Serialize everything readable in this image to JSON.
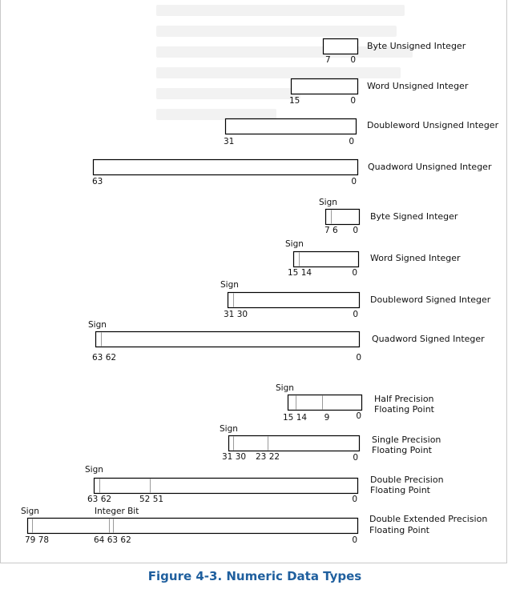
{
  "caption": "Figure 4-3.  Numeric Data Types",
  "colors": {
    "caption": "#1f5f9e",
    "box_border": "#000000",
    "divider": "#9a9a9a"
  },
  "rows": [
    {
      "id": "byte-unsigned",
      "lines": [
        "Byte Unsigned Integer"
      ],
      "bits": [
        "7",
        "0"
      ]
    },
    {
      "id": "word-unsigned",
      "lines": [
        "Word Unsigned Integer"
      ],
      "bits": [
        "15",
        "0"
      ]
    },
    {
      "id": "doubleword-unsigned",
      "lines": [
        "Doubleword Unsigned Integer"
      ],
      "bits": [
        "31",
        "0"
      ]
    },
    {
      "id": "quadword-unsigned",
      "lines": [
        "Quadword Unsigned Integer"
      ],
      "bits": [
        "63",
        "0"
      ]
    },
    {
      "id": "byte-signed",
      "lines": [
        "Byte Signed Integer"
      ],
      "sign": "Sign",
      "bits": [
        "7 6",
        "0"
      ]
    },
    {
      "id": "word-signed",
      "lines": [
        "Word Signed Integer"
      ],
      "sign": "Sign",
      "bits": [
        "15 14",
        "0"
      ]
    },
    {
      "id": "doubleword-signed",
      "lines": [
        "Doubleword Signed Integer"
      ],
      "sign": "Sign",
      "bits": [
        "31 30",
        "0"
      ]
    },
    {
      "id": "quadword-signed",
      "lines": [
        "Quadword Signed Integer"
      ],
      "sign": "Sign",
      "bits": [
        "63 62",
        "0"
      ]
    },
    {
      "id": "half-precision",
      "lines": [
        "Half Precision",
        "Floating Point"
      ],
      "sign": "Sign",
      "bits": [
        "15 14",
        "9",
        "0"
      ]
    },
    {
      "id": "single-precision",
      "lines": [
        "Single Precision",
        "Floating Point"
      ],
      "sign": "Sign",
      "bits": [
        "31 30",
        "23 22",
        "0"
      ]
    },
    {
      "id": "double-precision",
      "lines": [
        "Double Precision",
        "Floating Point"
      ],
      "sign": "Sign",
      "bits": [
        "63 62",
        "52 51",
        "0"
      ]
    },
    {
      "id": "double-extended-precision",
      "lines": [
        "Double Extended Precision",
        "Floating Point"
      ],
      "sign": "Sign",
      "integer_bit": "Integer Bit",
      "bits": [
        "79 78",
        "64 63 62",
        "0"
      ]
    }
  ]
}
